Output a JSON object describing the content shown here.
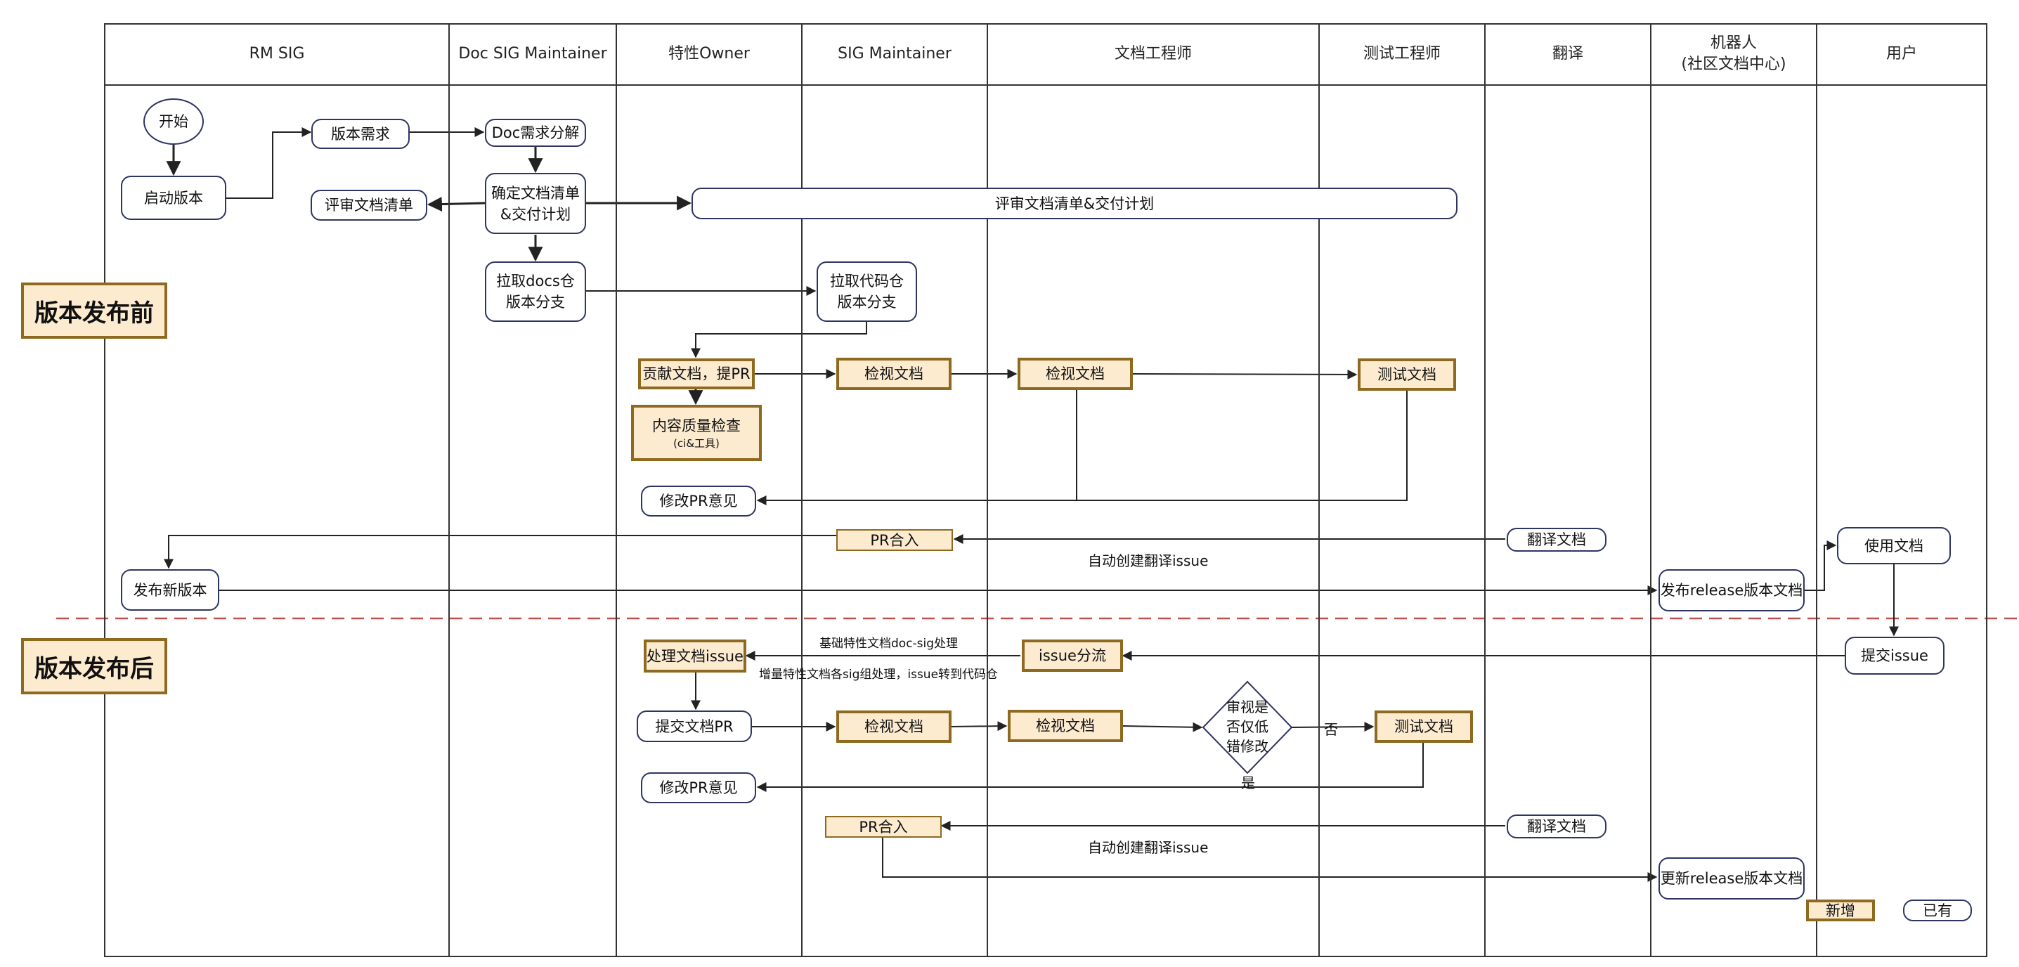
{
  "lanes": {
    "rm_sig": "RM SIG",
    "doc_sig_maintainer": "Doc SIG Maintainer",
    "feature_owner": "特性Owner",
    "sig_maintainer": "SIG Maintainer",
    "doc_engineer": "文档工程师",
    "test_engineer": "测试工程师",
    "translator": "翻译",
    "robot_line1": "机器人",
    "robot_line2": "(社区文档中心)",
    "user": "用户"
  },
  "phases": {
    "before": "版本发布前",
    "after": "版本发布后"
  },
  "nodes": {
    "start": "开始",
    "launch_version": "启动版本",
    "version_requirement": "版本需求",
    "review_doc_list": "评审文档清单",
    "doc_requirement_breakdown": "Doc需求分解",
    "confirm_doc_list_line1": "确定文档清单",
    "confirm_doc_list_line2": "&交付计划",
    "review_list_plan": "评审文档清单&交付计划",
    "pull_docs_branch_line1": "拉取docs仓",
    "pull_docs_branch_line2": "版本分支",
    "pull_code_branch_line1": "拉取代码仓",
    "pull_code_branch_line2": "版本分支",
    "contribute_pr": "贡献文档，提PR",
    "review_doc_sig": "检视文档",
    "review_doc_engineer": "检视文档",
    "test_doc": "测试文档",
    "quality_check_line1": "内容质量检查",
    "quality_check_line2": "(ci&工具)",
    "modify_pr_1": "修改PR意见",
    "pr_merge_1": "PR合入",
    "translate_doc_1": "翻译文档",
    "publish_new_version": "发布新版本",
    "publish_release_doc": "发布release版本文档",
    "use_doc": "使用文档",
    "submit_issue": "提交issue",
    "issue_triage": "issue分流",
    "handle_doc_issue": "处理文档issue",
    "submit_doc_pr": "提交文档PR",
    "review_doc_sig_2": "检视文档",
    "review_doc_engineer_2": "检视文档",
    "decision_line1": "审视是",
    "decision_line2": "否仅低",
    "decision_line3": "错修改",
    "test_doc_2": "测试文档",
    "modify_pr_2": "修改PR意见",
    "pr_merge_2": "PR合入",
    "translate_doc_2": "翻译文档",
    "update_release_doc": "更新release版本文档"
  },
  "edge_labels": {
    "auto_translate_issue_1": "自动创建翻译issue",
    "auto_translate_issue_2": "自动创建翻译issue",
    "basic_feature_docs": "基础特性文档doc-sig处理",
    "incremental_feature_docs": "增量特性文档各sig组处理，issue转到代码仓",
    "no": "否",
    "yes": "是"
  },
  "legend": {
    "new": "新增",
    "existing": "已有"
  },
  "colors": {
    "new_fill": "#fdebd0",
    "new_border": "#8d6a1f",
    "existing_border": "#2d3563",
    "line": "#222222",
    "separator": "#c0504d"
  }
}
